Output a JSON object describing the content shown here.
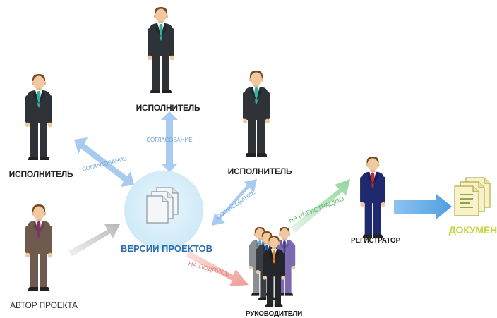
{
  "labels": {
    "executor_top": "ИСПОЛНИТЕЛЬ",
    "executor_left": "ИСПОЛНИТЕЛЬ",
    "executor_right": "ИСПОЛНИТЕЛЬ",
    "author": "АВТОР ПРОЕКТА",
    "versions": "ВЕРСИИ ПРОЕКТОВ",
    "managers": "РУКОВОДИТЕЛИ",
    "registrar": "РЕГИСТРАТОР",
    "documents": "ДОКУМЕНТ"
  },
  "arrow_labels": {
    "approval_left": "СОГЛАСОВАНИЕ",
    "approval_top": "СОГЛАСОВАНИЕ",
    "approval_right": "СОГЛАСОВАНИЕ",
    "to_sign": "НА ПОДПИСЬ",
    "to_registration": "НА РЕГИСТРАЦИЮ"
  },
  "colors": {
    "approval_arrow": "#a9cbef",
    "approval_text": "#6fa6dc",
    "sign_arrow": "#f2a9a5",
    "sign_text": "#e07f7a",
    "registration_arrow": "#a8ddb0",
    "registration_text": "#5ab56a",
    "output_arrow": "#5ea8e6",
    "documents_text": "#c8d43a",
    "center_circle": "#d8eefa",
    "center_text": "#2a6fb0"
  },
  "icons": {
    "person": "businessman-icon",
    "group": "managers-group-icon",
    "versions": "documents-stack-icon",
    "output": "document-stack-icon"
  }
}
